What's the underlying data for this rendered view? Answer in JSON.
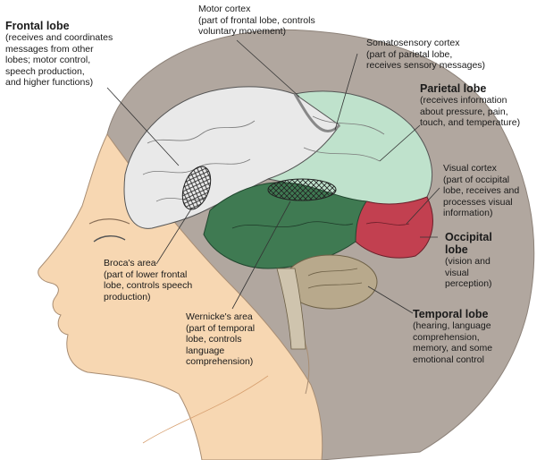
{
  "colors": {
    "head": "#b1a79f",
    "face": "#f7d7b2",
    "frontal": "#e9e9e9",
    "parietal": "#bfe2cc",
    "temporal": "#3f7a52",
    "occipital": "#c24050",
    "cerebellum": "#b8a98c",
    "line": "#333333"
  },
  "labels": {
    "frontal_lobe": {
      "title": "Frontal lobe",
      "desc": "(receives and coordinates\nmessages from other\nlobes; motor control,\nspeech production,\nand higher functions)"
    },
    "motor_cortex": {
      "desc": "Motor cortex\n(part of frontal lobe, controls\nvoluntary movement)"
    },
    "somatosensory_cortex": {
      "desc": "Somatosensory cortex\n(part of parietal lobe,\nreceives sensory messages)"
    },
    "parietal_lobe": {
      "title": "Parietal lobe",
      "desc": "(receives information\nabout pressure, pain,\ntouch, and temperature)"
    },
    "visual_cortex": {
      "desc": "Visual cortex\n(part of occipital\nlobe, receives and\nprocesses visual\ninformation)"
    },
    "occipital_lobe": {
      "title": "Occipital\nlobe",
      "desc": "(vision and\nvisual\nperception)"
    },
    "temporal_lobe": {
      "title": "Temporal lobe",
      "desc": "(hearing, language\ncomprehension,\nmemory, and some\nemotional control"
    },
    "brocas_area": {
      "desc": "Broca's area\n(part of lower frontal\nlobe, controls speech\nproduction)"
    },
    "wernickes_area": {
      "desc": "Wernicke's area\n(part of temporal\nlobe, controls\nlanguage\ncomprehension)"
    }
  }
}
